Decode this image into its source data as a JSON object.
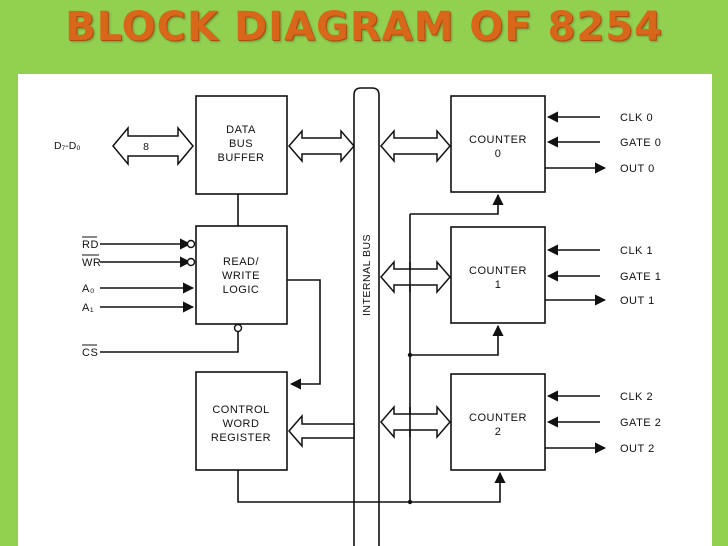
{
  "title": "BLOCK DIAGRAM OF 8254",
  "colors": {
    "background": "#92d050",
    "title": "#d9671a",
    "line": "#111111"
  },
  "inputs": {
    "data_bus": "D₇-D₀",
    "bus_width": "8",
    "rd": "RD",
    "wr": "WR",
    "a0": "A₀",
    "a1": "A₁",
    "cs": "CS"
  },
  "blocks": {
    "data_bus_buffer": [
      "DATA",
      "BUS",
      "BUFFER"
    ],
    "read_write_logic": [
      "READ/",
      "WRITE",
      "LOGIC"
    ],
    "control_word_register": [
      "CONTROL",
      "WORD",
      "REGISTER"
    ]
  },
  "internal_bus": "INTERNAL BUS",
  "counters": [
    {
      "name": "COUNTER",
      "num": "0",
      "clk": "CLK 0",
      "gate": "GATE 0",
      "out": "OUT 0"
    },
    {
      "name": "COUNTER",
      "num": "1",
      "clk": "CLK 1",
      "gate": "GATE 1",
      "out": "OUT 1"
    },
    {
      "name": "COUNTER",
      "num": "2",
      "clk": "CLK 2",
      "gate": "GATE 2",
      "out": "OUT 2"
    }
  ]
}
